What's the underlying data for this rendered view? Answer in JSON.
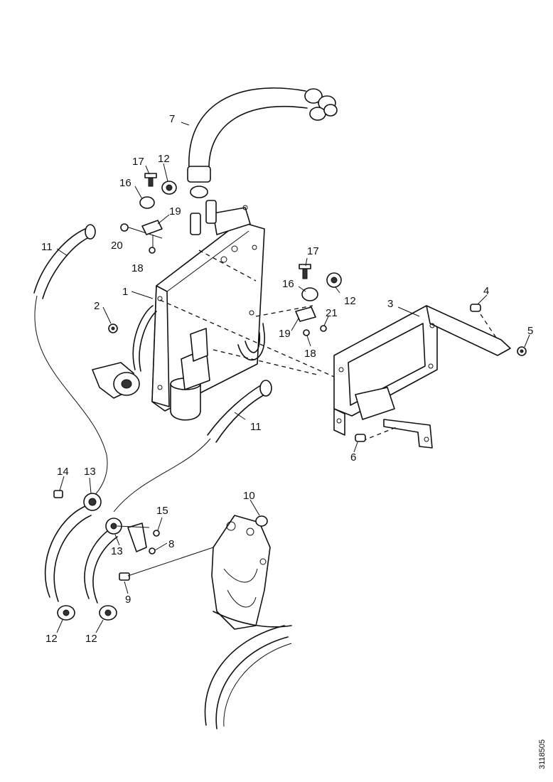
{
  "labels": [
    {
      "id": "callout-7",
      "text": "7"
    },
    {
      "id": "callout-17a",
      "text": "17"
    },
    {
      "id": "callout-12a",
      "text": "12"
    },
    {
      "id": "callout-16a",
      "text": "16"
    },
    {
      "id": "callout-19a",
      "text": "19"
    },
    {
      "id": "callout-20",
      "text": "20"
    },
    {
      "id": "callout-18a",
      "text": "18"
    },
    {
      "id": "callout-11a",
      "text": "11"
    },
    {
      "id": "callout-1",
      "text": "1"
    },
    {
      "id": "callout-2",
      "text": "2"
    },
    {
      "id": "callout-17b",
      "text": "17"
    },
    {
      "id": "callout-16b",
      "text": "16"
    },
    {
      "id": "callout-12b",
      "text": "12"
    },
    {
      "id": "callout-3",
      "text": "3"
    },
    {
      "id": "callout-4",
      "text": "4"
    },
    {
      "id": "callout-5",
      "text": "5"
    },
    {
      "id": "callout-21",
      "text": "21"
    },
    {
      "id": "callout-19b",
      "text": "19"
    },
    {
      "id": "callout-18b",
      "text": "18"
    },
    {
      "id": "callout-11b",
      "text": "11"
    },
    {
      "id": "callout-6",
      "text": "6"
    },
    {
      "id": "callout-14",
      "text": "14"
    },
    {
      "id": "callout-13a",
      "text": "13"
    },
    {
      "id": "callout-10",
      "text": "10"
    },
    {
      "id": "callout-15",
      "text": "15"
    },
    {
      "id": "callout-8",
      "text": "8"
    },
    {
      "id": "callout-13b",
      "text": "13"
    },
    {
      "id": "callout-9",
      "text": "9"
    },
    {
      "id": "callout-12c",
      "text": "12"
    },
    {
      "id": "callout-12d",
      "text": "12"
    }
  ],
  "document_id": "3118505"
}
